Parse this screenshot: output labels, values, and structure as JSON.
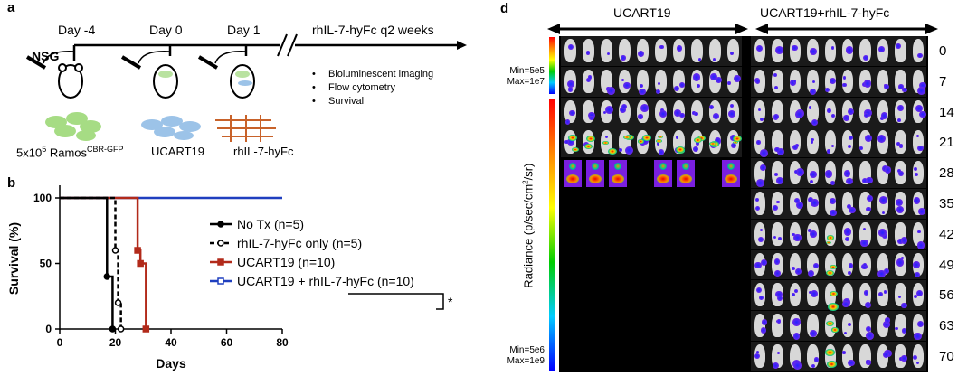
{
  "panel_a": {
    "label": "a",
    "strain": "NSG",
    "timepoints": [
      "Day -4",
      "Day 0",
      "Day 1"
    ],
    "after_break": "rhIL-7-hyFc q2 weeks",
    "readouts": [
      "Bioluminescent imaging",
      "Flow cytometry",
      "Survival"
    ],
    "injections": {
      "ramos_prefix": "5x10",
      "ramos_exp": "5",
      "ramos_name": " Ramos",
      "ramos_sup": "CBR-GFP",
      "ucart": "UCART19",
      "il7": "rhIL-7-hyFc"
    }
  },
  "panel_b": {
    "label": "b"
  },
  "chart_data": {
    "type": "line",
    "subtype": "kaplan-meier",
    "xlabel": "Days",
    "ylabel": "Survival (%)",
    "xlim": [
      0,
      80
    ],
    "ylim": [
      0,
      100
    ],
    "xticks": [
      "0",
      "20",
      "40",
      "60",
      "80"
    ],
    "yticks": [
      "0",
      "50",
      "100"
    ],
    "legend_position": "right",
    "significance": "*",
    "series": [
      {
        "name": "No Tx (n=5)",
        "color": "#000000",
        "dash": false,
        "marker": "filled-circle",
        "steps": [
          [
            0,
            100
          ],
          [
            17,
            40
          ],
          [
            19,
            0
          ]
        ]
      },
      {
        "name": "rhIL-7-hyFc only (n=5)",
        "color": "#000000",
        "dash": true,
        "marker": "open-circle",
        "steps": [
          [
            0,
            100
          ],
          [
            20,
            60
          ],
          [
            21,
            20
          ],
          [
            22,
            0
          ]
        ]
      },
      {
        "name": "UCART19 (n=10)",
        "color": "#b22a1a",
        "dash": false,
        "marker": "filled-square",
        "steps": [
          [
            0,
            100
          ],
          [
            28,
            60
          ],
          [
            29,
            50
          ],
          [
            31,
            0
          ]
        ]
      },
      {
        "name": "UCART19 + rhIL-7-hyFc (n=10)",
        "color": "#1f3fbf",
        "dash": false,
        "marker": "open-square",
        "steps": [
          [
            0,
            100
          ],
          [
            80,
            100
          ]
        ]
      }
    ]
  },
  "panel_d": {
    "label": "d",
    "groups": [
      "UCART19",
      "UCART19+rhIL-7-hyFc"
    ],
    "scale1": {
      "min": "Min=5e5",
      "max": "Max=1e7"
    },
    "scale2": {
      "min": "Min=5e6",
      "max": "Max=1e9"
    },
    "radiance_label": "Radiance (p/sec/cm",
    "radiance_sup": "2",
    "radiance_suffix": "/sr)",
    "days": [
      "0",
      "7",
      "14",
      "21",
      "28",
      "35",
      "42",
      "49",
      "56",
      "63",
      "70"
    ]
  }
}
